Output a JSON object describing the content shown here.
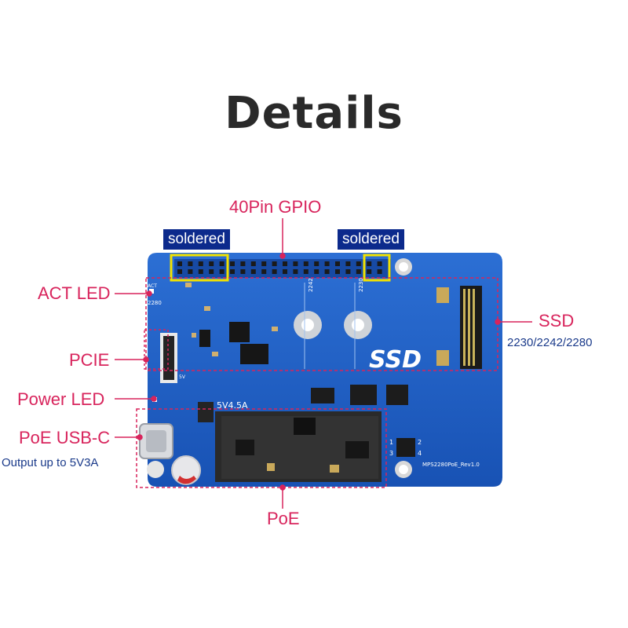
{
  "title": "Details",
  "labels": {
    "gpio": "40Pin GPIO",
    "soldered_left": "soldered",
    "soldered_right": "soldered",
    "act_led": "ACT LED",
    "pcie": "PCIE",
    "power_led": "Power LED",
    "poe_usbc": "PoE USB-C",
    "poe_usbc_sub": "Output up to 5V3A",
    "ssd": "SSD",
    "ssd_sub": "2230/2242/2280",
    "poe": "PoE"
  },
  "silkscreen": {
    "ssd": "SSD",
    "power_rating": "5V4.5A",
    "model": "MPS2280PoE_Rev1.0",
    "size_2242": "2242",
    "size_2230": "2230",
    "size_2280": "2280",
    "act": "ACT",
    "pwr_5v": "5V",
    "pin_1": "1",
    "pin_2": "2",
    "pin_3": "3",
    "pin_4": "4"
  },
  "colors": {
    "callout": "#d8245c",
    "badge_bg": "#0c2a8c",
    "board": "#1f5fc6",
    "highlight": "#f2e200"
  }
}
